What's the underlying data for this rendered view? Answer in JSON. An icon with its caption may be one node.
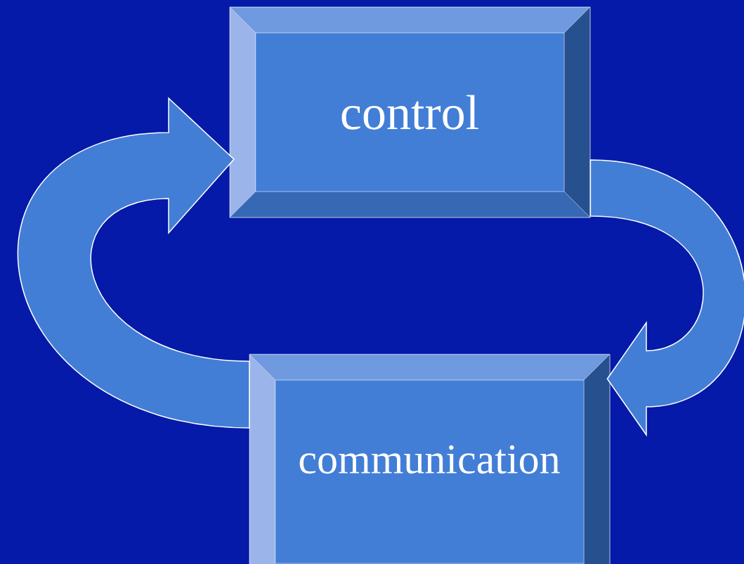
{
  "diagram": {
    "nodes": [
      {
        "text": [
          "control"
        ]
      },
      {
        "text": [
          "communication"
        ]
      }
    ],
    "edges": [
      {
        "from": 1,
        "to": 0,
        "arrow": "to"
      },
      {
        "from": 0,
        "to": 1,
        "arrow": "to"
      }
    ]
  }
}
